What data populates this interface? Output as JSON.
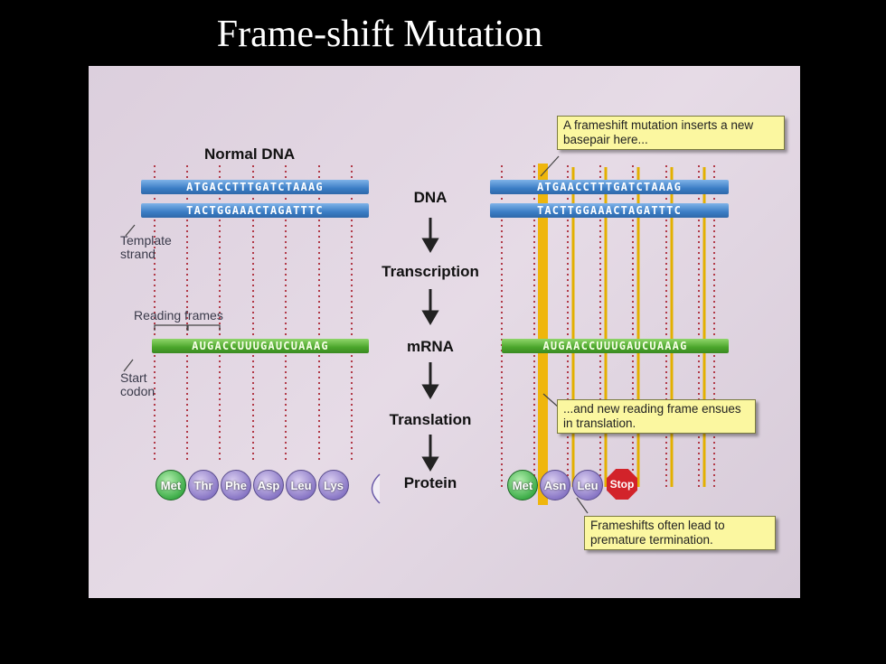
{
  "title": "Frame-shift Mutation",
  "normal_heading": "Normal DNA",
  "labels": {
    "template_strand": "Template\nstrand",
    "reading_frames": "Reading frames",
    "start_codon": "Start\ncodon"
  },
  "flow": {
    "dna": "DNA",
    "transcription": "Transcription",
    "mrna": "mRNA",
    "translation": "Translation",
    "protein": "Protein"
  },
  "normal": {
    "dna_top": "ATGACCTTTGATCTAAAG",
    "dna_bottom": "TACTGGAAACTAGATTTC",
    "mrna": "AUGACCUUUGAUCUAAAG",
    "protein": [
      "Met",
      "Thr",
      "Phe",
      "Asp",
      "Leu",
      "Lys"
    ]
  },
  "mutant": {
    "dna_top": "ATGAACCTTTGATCTAAAG",
    "dna_bottom": "TACTTGGAAACTAGATTTC",
    "mrna": "AUGAACCUUUGAUCUAAAG",
    "protein": [
      "Met",
      "Asn",
      "Leu"
    ],
    "stop": "Stop"
  },
  "callouts": {
    "insert": "A frameshift mutation inserts a new basepair here...",
    "frame": "...and new reading frame ensues in translation.",
    "termination": "Frameshifts often lead to premature termination."
  },
  "colors": {
    "dna_strand": "#3b7dc5",
    "mrna_strand": "#4aa52a",
    "guide_dotted": "#c0392b",
    "frame_line": "#e8b400",
    "callout_bg": "#fbf7a0"
  }
}
